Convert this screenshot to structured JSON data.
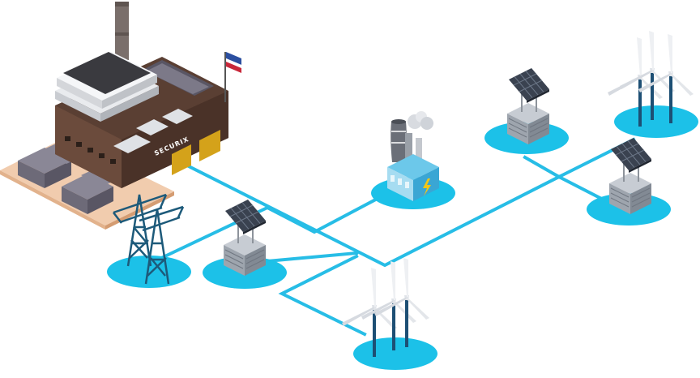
{
  "facility": {
    "sign_text": "SECURIX"
  },
  "colors": {
    "network_line": "#27bde6",
    "ground_pad": "#1cc1e8",
    "building_brick": "#5a3f33",
    "roof_dark": "#3a3a3f",
    "door_yellow": "#d4a21a",
    "pylon": "#1d5a7a",
    "solar_panel": "#3a4250",
    "turbine_tower": "#1d4f74",
    "flag_red": "#c8283a",
    "flag_blue": "#2b4fa0"
  },
  "nodes": [
    {
      "name": "factory",
      "icon": "factory-icon"
    },
    {
      "name": "power-pylon",
      "icon": "transmission-tower-icon"
    },
    {
      "name": "battery-solar-left",
      "icon": "solar-battery-icon"
    },
    {
      "name": "thermal-plant",
      "icon": "power-plant-icon"
    },
    {
      "name": "wind-turbines-bottom",
      "icon": "wind-turbine-icon"
    },
    {
      "name": "battery-solar-top",
      "icon": "solar-battery-icon"
    },
    {
      "name": "wind-turbines-top-right",
      "icon": "wind-turbine-icon"
    },
    {
      "name": "battery-solar-right",
      "icon": "solar-battery-icon"
    }
  ]
}
